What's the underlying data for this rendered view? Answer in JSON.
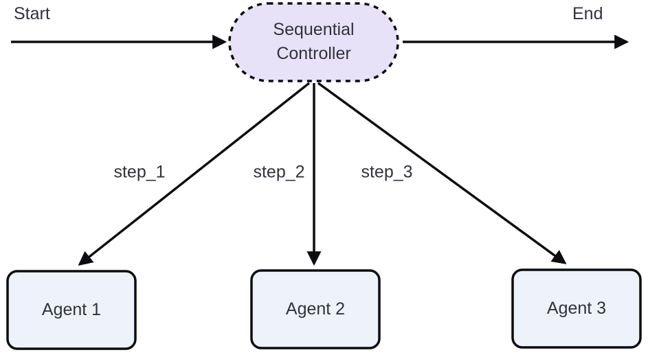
{
  "diagram": {
    "type": "flowchart",
    "background": "#ffffff",
    "colors": {
      "stroke": "#0d0d10",
      "text": "#32323e",
      "controller_fill": "#e7e2f8",
      "agent_fill": "#edf2fb"
    },
    "labels": {
      "start": "Start",
      "end": "End"
    },
    "controller": {
      "name": "Sequential Controller",
      "line1": "Sequential",
      "line2": "Controller",
      "fill": "#e7e2f8"
    },
    "steps": [
      {
        "label": "step_1"
      },
      {
        "label": "step_2"
      },
      {
        "label": "step_3"
      }
    ],
    "agents": [
      {
        "label": "Agent 1",
        "fill": "#edf2fb"
      },
      {
        "label": "Agent 2",
        "fill": "#edf2fb"
      },
      {
        "label": "Agent 3",
        "fill": "#edf2fb"
      }
    ]
  }
}
